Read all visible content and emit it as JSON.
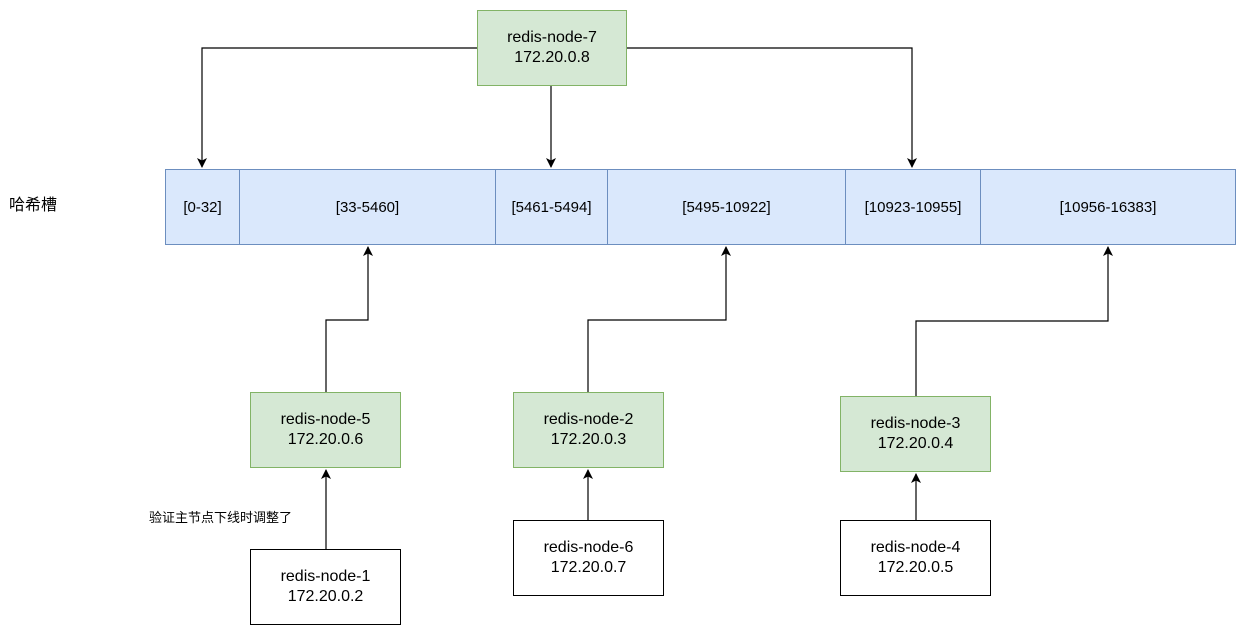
{
  "hash_slot_label": "哈希槽",
  "note": "验证主节点下线时调整了",
  "slots": [
    {
      "label": "[0-32]"
    },
    {
      "label": "[33-5460]"
    },
    {
      "label": "[5461-5494]"
    },
    {
      "label": "[5495-10922]"
    },
    {
      "label": "[10923-10955]"
    },
    {
      "label": "[10956-16383]"
    }
  ],
  "nodes": {
    "node7": {
      "name": "redis-node-7",
      "ip": "172.20.0.8",
      "role": "master"
    },
    "node5": {
      "name": "redis-node-5",
      "ip": "172.20.0.6",
      "role": "master"
    },
    "node2": {
      "name": "redis-node-2",
      "ip": "172.20.0.3",
      "role": "master"
    },
    "node3": {
      "name": "redis-node-3",
      "ip": "172.20.0.4",
      "role": "master"
    },
    "node1": {
      "name": "redis-node-1",
      "ip": "172.20.0.2",
      "role": "replica"
    },
    "node6": {
      "name": "redis-node-6",
      "ip": "172.20.0.7",
      "role": "replica"
    },
    "node4": {
      "name": "redis-node-4",
      "ip": "172.20.0.5",
      "role": "replica"
    }
  },
  "colors": {
    "master_fill": "#d5e8d4",
    "master_border": "#82b366",
    "slot_fill": "#dae8fc",
    "slot_border": "#6c8ebf",
    "line": "#000000"
  }
}
